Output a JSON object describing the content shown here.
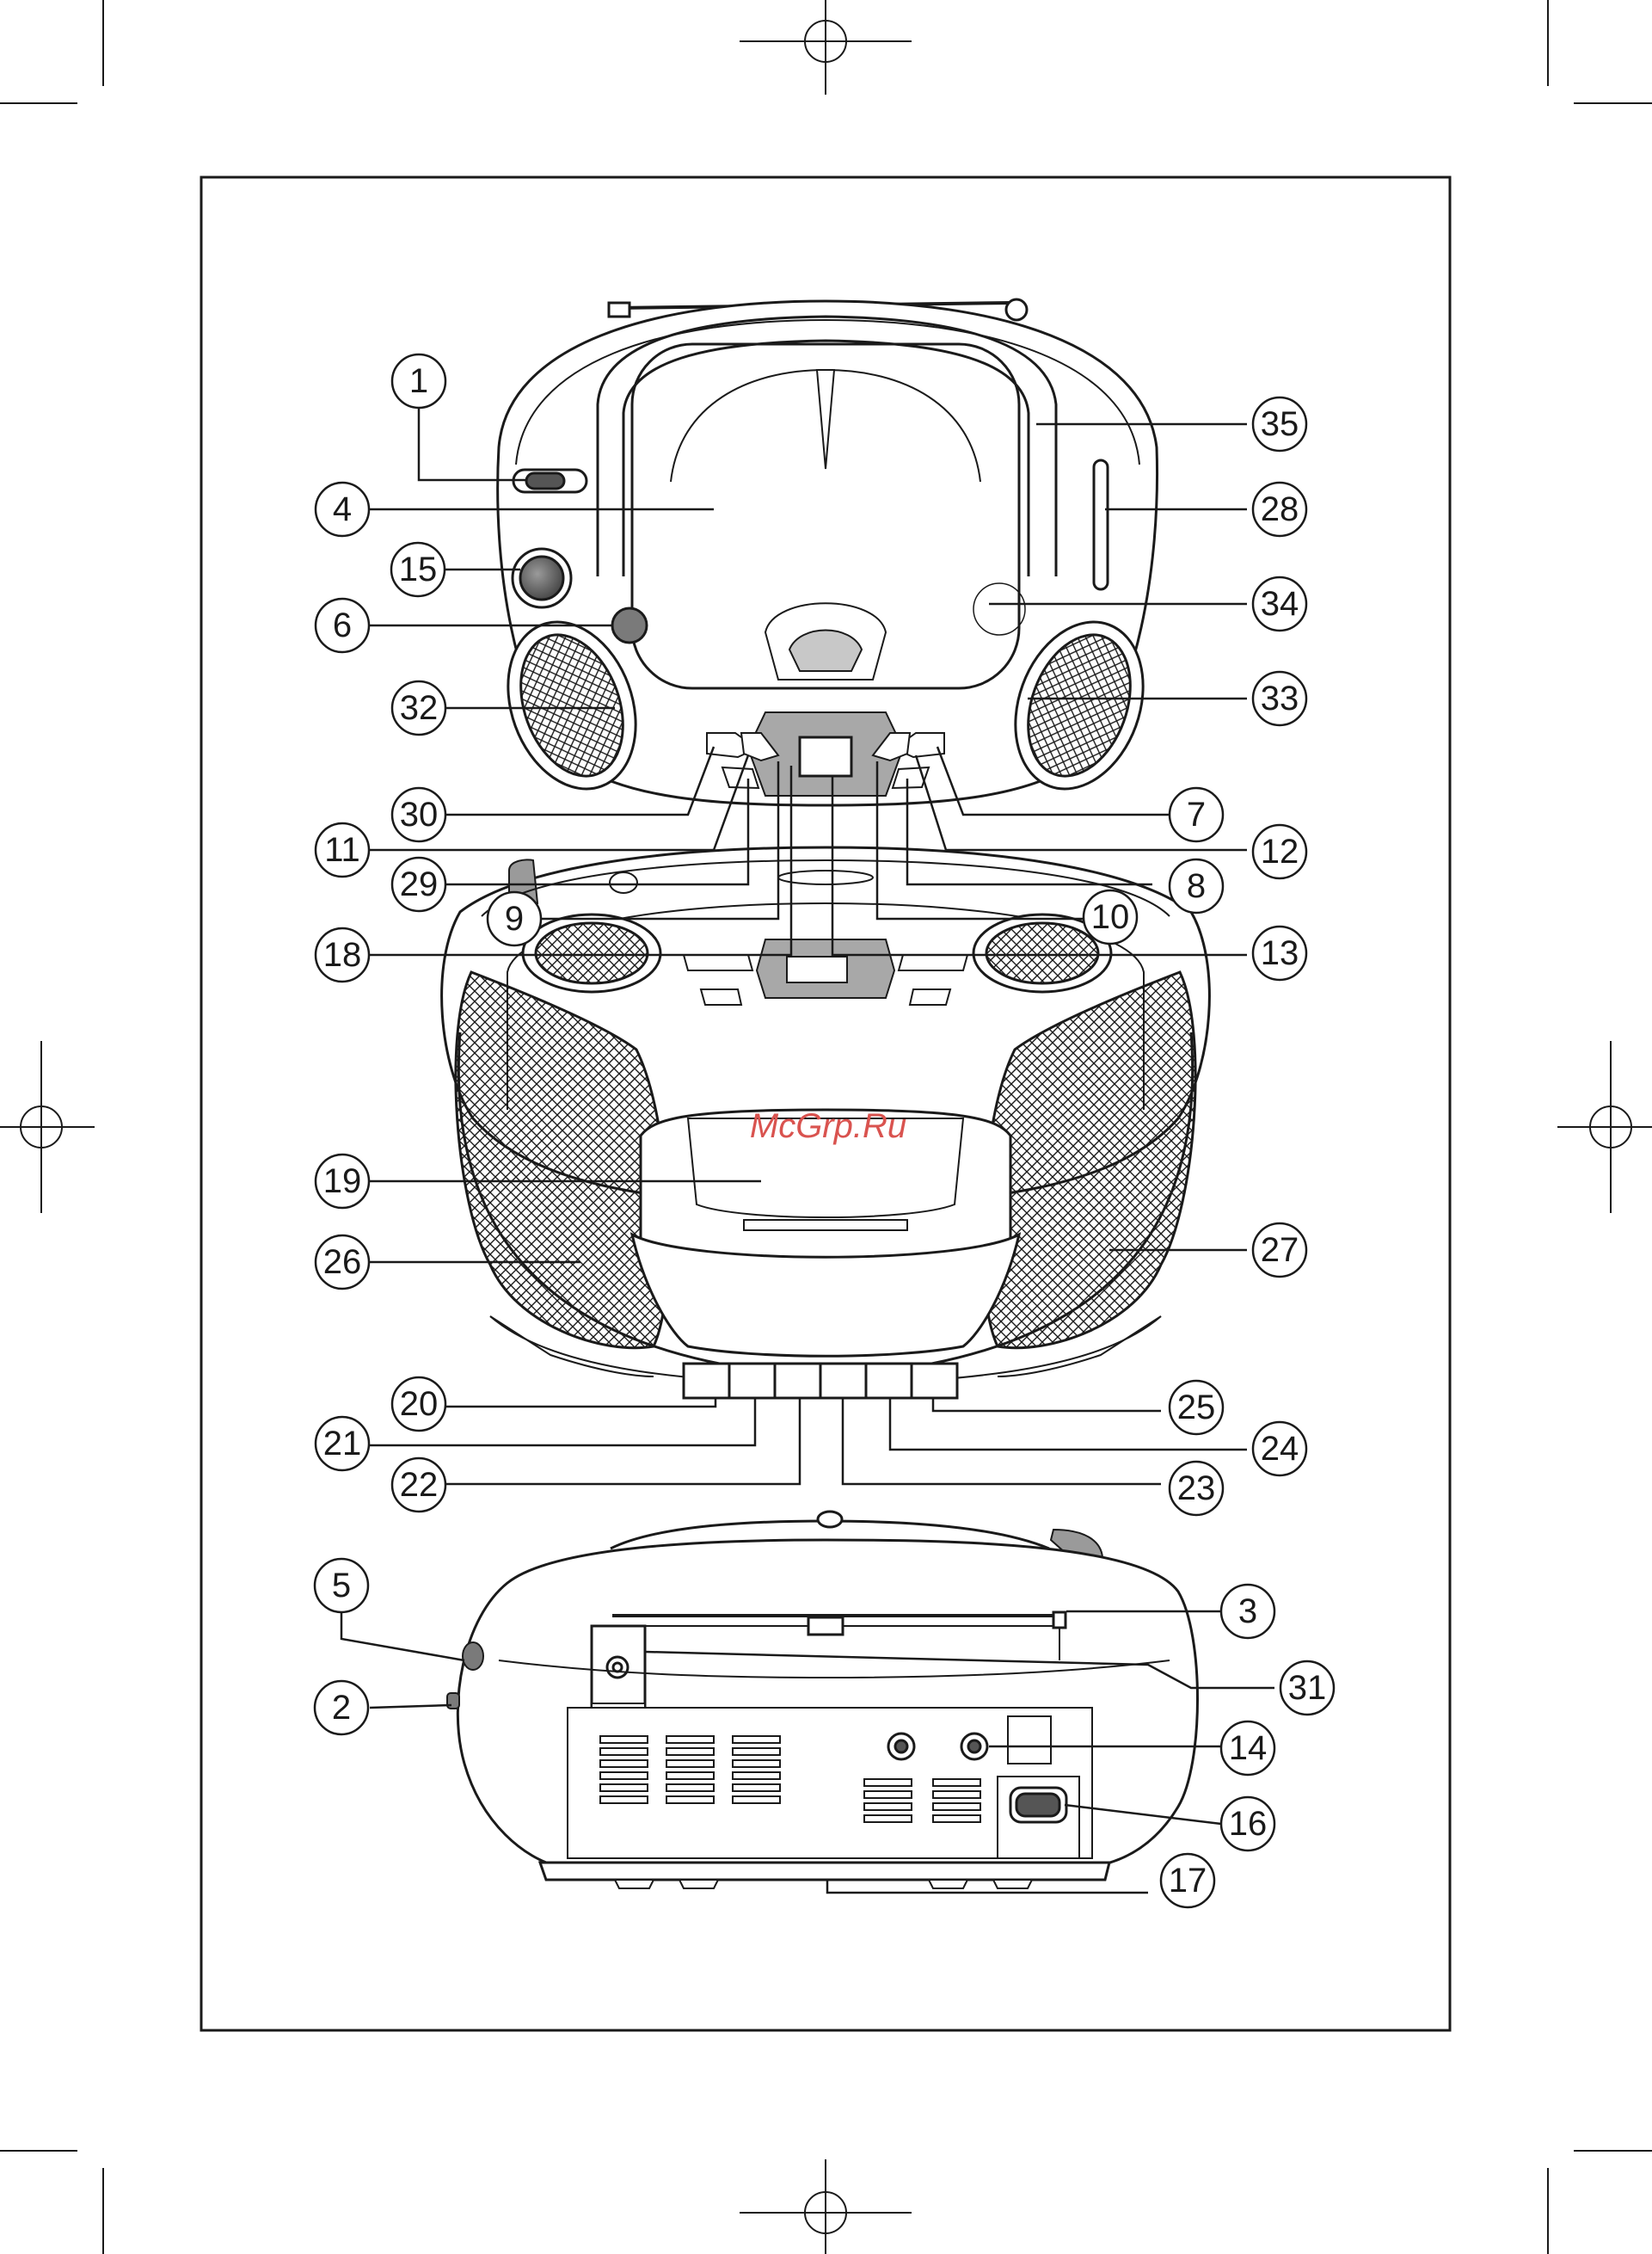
{
  "watermark": "McGrp.Ru",
  "callouts": [
    {
      "id": "1",
      "label": "1"
    },
    {
      "id": "2",
      "label": "2"
    },
    {
      "id": "3",
      "label": "3"
    },
    {
      "id": "4",
      "label": "4"
    },
    {
      "id": "5",
      "label": "5"
    },
    {
      "id": "6",
      "label": "6"
    },
    {
      "id": "7",
      "label": "7"
    },
    {
      "id": "8",
      "label": "8"
    },
    {
      "id": "9",
      "label": "9"
    },
    {
      "id": "10",
      "label": "10"
    },
    {
      "id": "11",
      "label": "11"
    },
    {
      "id": "12",
      "label": "12"
    },
    {
      "id": "13",
      "label": "13"
    },
    {
      "id": "14",
      "label": "14"
    },
    {
      "id": "15",
      "label": "15"
    },
    {
      "id": "16",
      "label": "16"
    },
    {
      "id": "17",
      "label": "17"
    },
    {
      "id": "18",
      "label": "18"
    },
    {
      "id": "19",
      "label": "19"
    },
    {
      "id": "20",
      "label": "20"
    },
    {
      "id": "21",
      "label": "21"
    },
    {
      "id": "22",
      "label": "22"
    },
    {
      "id": "23",
      "label": "23"
    },
    {
      "id": "24",
      "label": "24"
    },
    {
      "id": "25",
      "label": "25"
    },
    {
      "id": "26",
      "label": "26"
    },
    {
      "id": "27",
      "label": "27"
    },
    {
      "id": "28",
      "label": "28"
    },
    {
      "id": "29",
      "label": "29"
    },
    {
      "id": "30",
      "label": "30"
    },
    {
      "id": "31",
      "label": "31"
    },
    {
      "id": "32",
      "label": "32"
    },
    {
      "id": "33",
      "label": "33"
    },
    {
      "id": "34",
      "label": "34"
    },
    {
      "id": "35",
      "label": "35"
    }
  ]
}
